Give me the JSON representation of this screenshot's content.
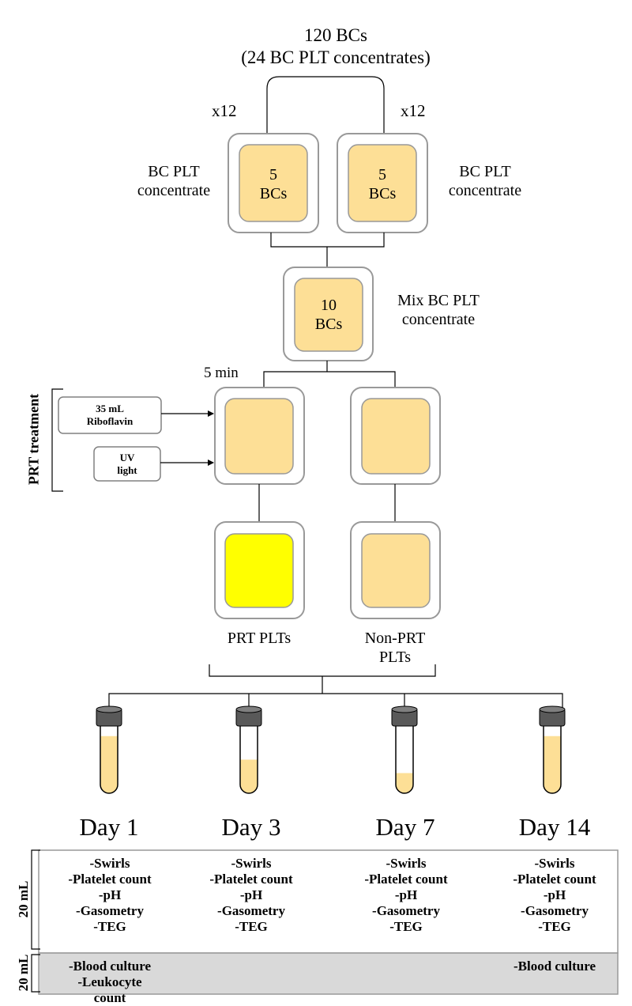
{
  "header": {
    "line1": "120 BCs",
    "line2": "(24 BC PLT concentrates)"
  },
  "split": {
    "left_multiplier": "x12",
    "right_multiplier": "x12"
  },
  "bags": {
    "left": {
      "label_line1": "BC PLT",
      "label_line2": "concentrate",
      "count": "5",
      "unit": "BCs"
    },
    "right": {
      "label_line1": "BC PLT",
      "label_line2": "concentrate",
      "count": "5",
      "unit": "BCs"
    },
    "mix": {
      "label_line1": "Mix BC PLT",
      "label_line2": "concentrate",
      "count": "10",
      "unit": "BCs"
    }
  },
  "treatment": {
    "time": "5 min",
    "group_label": "PRT treatment",
    "inputs": [
      {
        "line1": "35 mL",
        "line2": "Riboflavin"
      },
      {
        "line1": "UV",
        "line2": "light"
      }
    ]
  },
  "products": {
    "prt": {
      "label": "PRT PLTs",
      "color": "#ffff00"
    },
    "non_prt": {
      "label_line1": "Non-PRT",
      "label_line2": "PLTs",
      "color": "#fddf96"
    }
  },
  "colors": {
    "bag_fill": "#fddf96",
    "bag_outline": "#999999",
    "tube_fill": "#fddf96",
    "tube_cap": "#595959",
    "row2_fill": "#d9d9d9"
  },
  "days": [
    {
      "label": "Day 1",
      "fill_level": 0.85
    },
    {
      "label": "Day 3",
      "fill_level": 0.5
    },
    {
      "label": "Day 7",
      "fill_level": 0.3
    },
    {
      "label": "Day 14",
      "fill_level": 0.85
    }
  ],
  "sample_rows": [
    {
      "volume": "20 mL",
      "cells": [
        [
          "-Swirls",
          "-Platelet count",
          "-pH",
          "-Gasometry",
          "-TEG"
        ],
        [
          "-Swirls",
          "-Platelet count",
          "-pH",
          "-Gasometry",
          "-TEG"
        ],
        [
          "-Swirls",
          "-Platelet count",
          "-pH",
          "-Gasometry",
          "-TEG"
        ],
        [
          "-Swirls",
          "-Platelet count",
          "-pH",
          "-Gasometry",
          "-TEG"
        ]
      ]
    },
    {
      "volume": "20 mL",
      "cells": [
        [
          "-Blood culture",
          "-Leukocyte",
          "count"
        ],
        [],
        [],
        [
          "-Blood culture"
        ]
      ]
    }
  ]
}
